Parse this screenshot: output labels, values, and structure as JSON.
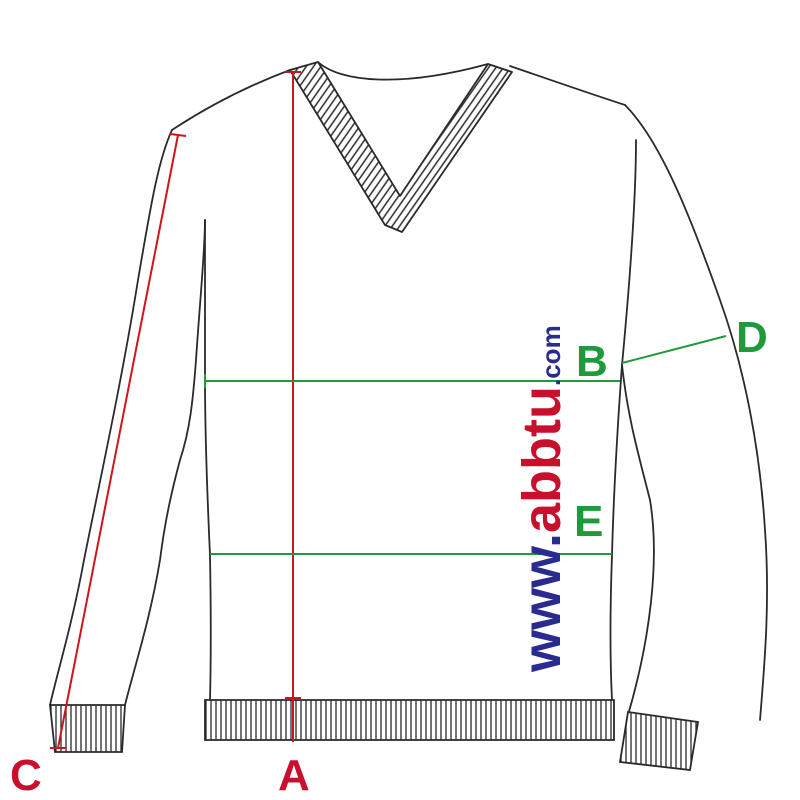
{
  "labels": {
    "a": "A",
    "b": "B",
    "c": "C",
    "d": "D",
    "e": "E"
  },
  "watermark": {
    "www": "www.",
    "abbtu": "abbtu",
    "com": ".com"
  },
  "colors": {
    "outline": "#2a2a2a",
    "red_line": "#d0141c",
    "red_label": "#c8102e",
    "green_line": "#1e9a3a",
    "green_label": "#1e9a3a",
    "watermark_blue": "#2a2b8f",
    "watermark_red": "#c8102e"
  }
}
